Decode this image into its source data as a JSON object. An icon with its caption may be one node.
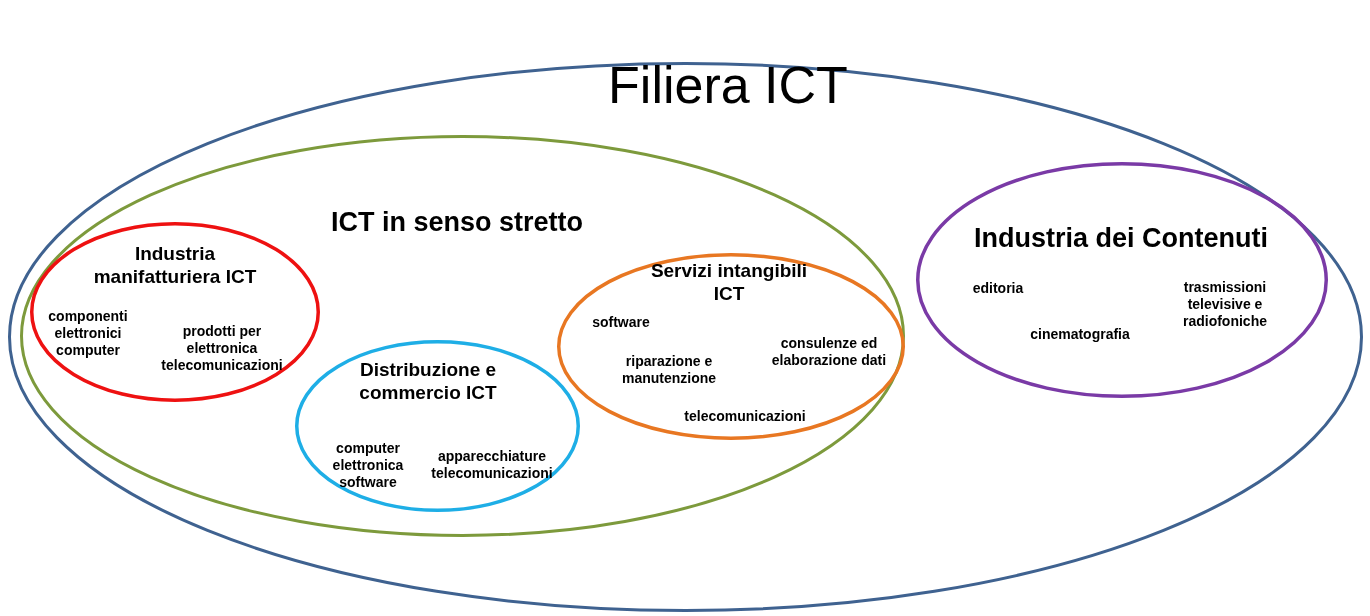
{
  "diagram": {
    "nodes": [
      {
        "text": [
          "Filiera ICT"
        ]
      },
      {
        "text": [
          "ICT in senso stretto"
        ],
        "in": 0
      },
      {
        "text": [
          "Industria manifatturiera ICT",
          "componenti elettronici computer",
          "prodotti per elettronica telecomunicazioni"
        ],
        "in": 1
      },
      {
        "text": [
          "Distribuzione e commercio ICT",
          "computer elettronica software",
          "apparecchiature telecomunicazioni"
        ],
        "in": 1
      },
      {
        "text": [
          "Servizi intangibili ICT",
          "software",
          "riparazione e manutenzione",
          "consulenze ed elaborazione dati",
          "telecomunicazioni"
        ],
        "in": 1
      },
      {
        "text": [
          "Industria dei Contenuti",
          "editoria",
          "cinematografia",
          "trasmissioni televisive e radiofoniche"
        ],
        "in": 0
      }
    ]
  }
}
